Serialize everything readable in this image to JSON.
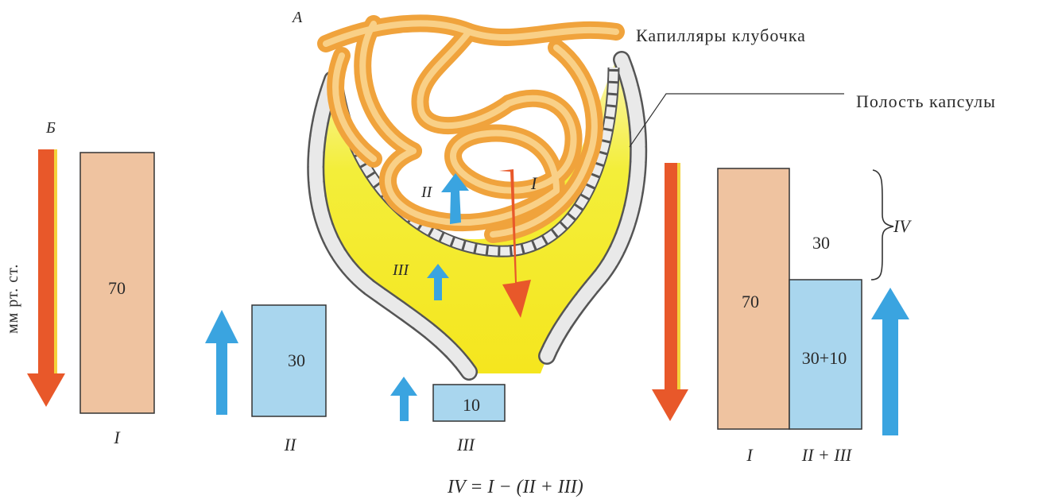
{
  "labels": {
    "panel_a": "А",
    "panel_b": "Б",
    "glomerular_capillaries": "Капилляры клубочка",
    "capsule_cavity": "Полость капсулы",
    "pressure_units": "мм рт. ст.",
    "formula": "IV = I − (II + III)"
  },
  "diagram_arrows": {
    "inner_I": "I",
    "inner_II": "II",
    "inner_III": "III"
  },
  "left_bars": [
    {
      "value_text": "70",
      "label": "I",
      "value": 70
    },
    {
      "value_text": "30",
      "label": "II",
      "value": 30
    },
    {
      "value_text": "10",
      "label": "III",
      "value": 10
    }
  ],
  "right_bars": {
    "bar_I": {
      "value_text": "70",
      "label": "I",
      "value": 70
    },
    "bar_II_III": {
      "value_text": "30+10",
      "label": "II + III",
      "value": 40
    },
    "difference": {
      "value_text": "30",
      "label": "IV",
      "value": 30
    }
  },
  "colors": {
    "capillary": "#f0a33c",
    "capillary_core": "#f9d087",
    "capsule_cavity": "#f3ee3a",
    "hydrostatic_bar": "#efc3a0",
    "oncotic_bar": "#a9d6ee",
    "red_arrow": "#e8582a",
    "blue_arrow": "#3aa4e0"
  }
}
